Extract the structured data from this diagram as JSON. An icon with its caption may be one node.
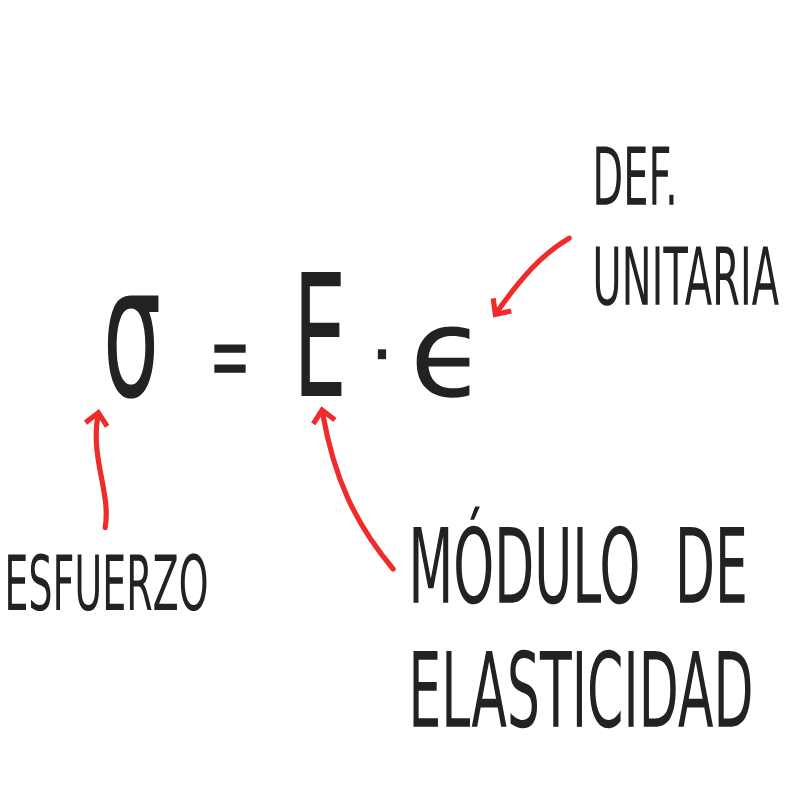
{
  "diagram": {
    "nodes": [
      {
        "text": [
          "DEF. UNITARIA"
        ]
      },
      {
        "text": [
          "σ"
        ]
      },
      {
        "text": [
          "E"
        ]
      },
      {
        "text": [
          "ϵ"
        ]
      },
      {
        "text": [
          "ESFUERZO"
        ]
      },
      {
        "text": [
          "MÓDULO DE ELASTICIDAD"
        ]
      }
    ],
    "edges": [
      {
        "from": 0,
        "to": 3,
        "arrow": "to"
      },
      {
        "from": 4,
        "to": 1,
        "arrow": "to"
      },
      {
        "from": 5,
        "to": 2,
        "arrow": "to"
      }
    ],
    "labels": [
      "=",
      "·"
    ]
  }
}
